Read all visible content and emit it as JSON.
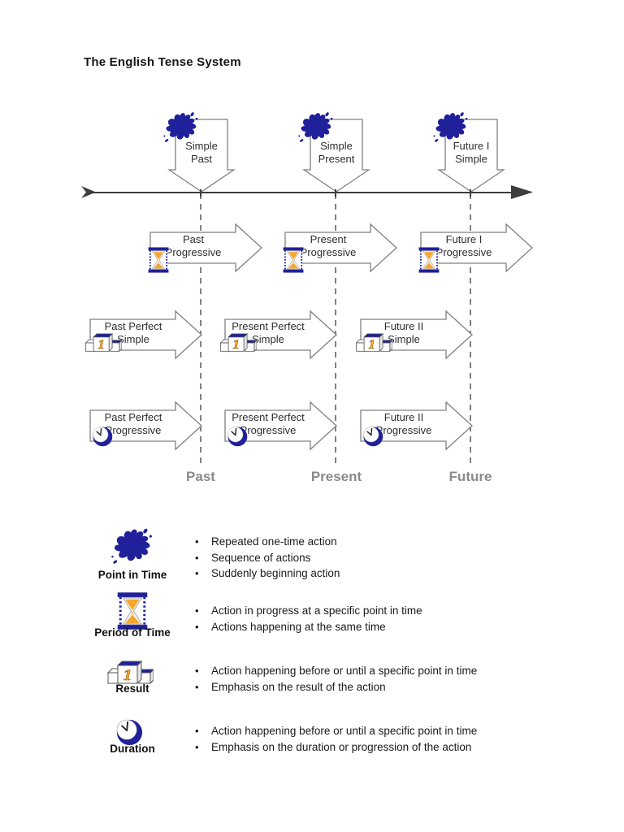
{
  "page": {
    "title": "The English Tense System"
  },
  "colors": {
    "navy": "#20209A",
    "orange": "#F5A62B",
    "outline": "#808080",
    "timeline": "#3D3D3D",
    "axis_label": "#8A8A8A",
    "body_text": "#2E2E2E"
  },
  "icons": {
    "podium_numeral": "1"
  },
  "timeline": {
    "axis_labels": [
      "Past",
      "Present",
      "Future"
    ]
  },
  "simple_tenses": [
    {
      "icon": "splat-icon",
      "line1": "Simple",
      "line2": "Past"
    },
    {
      "icon": "splat-icon",
      "line1": "Simple",
      "line2": "Present"
    },
    {
      "icon": "splat-icon",
      "line1": "Future I",
      "line2": "Simple"
    }
  ],
  "tense_rows": {
    "progressive": [
      {
        "icon": "hourglass-icon",
        "line1": "Past",
        "line2": "Progressive"
      },
      {
        "icon": "hourglass-icon",
        "line1": "Present",
        "line2": "Progressive"
      },
      {
        "icon": "hourglass-icon",
        "line1": "Future I",
        "line2": "Progressive"
      }
    ],
    "perfect_simple": [
      {
        "icon": "podium-icon",
        "line1": "Past Perfect",
        "line2": "Simple"
      },
      {
        "icon": "podium-icon",
        "line1": "Present Perfect",
        "line2": "Simple"
      },
      {
        "icon": "podium-icon",
        "line1": "Future II",
        "line2": "Simple"
      }
    ],
    "perfect_progressive": [
      {
        "icon": "clock-icon",
        "line1": "Past Perfect",
        "line2": "Progressive"
      },
      {
        "icon": "clock-icon",
        "line1": "Present Perfect",
        "line2": "Progressive"
      },
      {
        "icon": "clock-icon",
        "line1": "Future II",
        "line2": "Progressive"
      }
    ]
  },
  "legend": [
    {
      "icon": "splat-icon",
      "label": "Point in Time",
      "bullets": [
        "Repeated one-time action",
        "Sequence of actions",
        "Suddenly beginning action"
      ]
    },
    {
      "icon": "hourglass-icon",
      "label": "Period of Time",
      "bullets": [
        "Action in progress at a specific point in time",
        "Actions happening at the same time"
      ]
    },
    {
      "icon": "podium-icon",
      "label": "Result",
      "bullets": [
        "Action happening before or until a specific point in time",
        "Emphasis on the result of the action"
      ]
    },
    {
      "icon": "clock-icon",
      "label": "Duration",
      "bullets": [
        "Action happening before or until a specific point in time",
        "Emphasis on the duration or progression of the action"
      ]
    }
  ]
}
